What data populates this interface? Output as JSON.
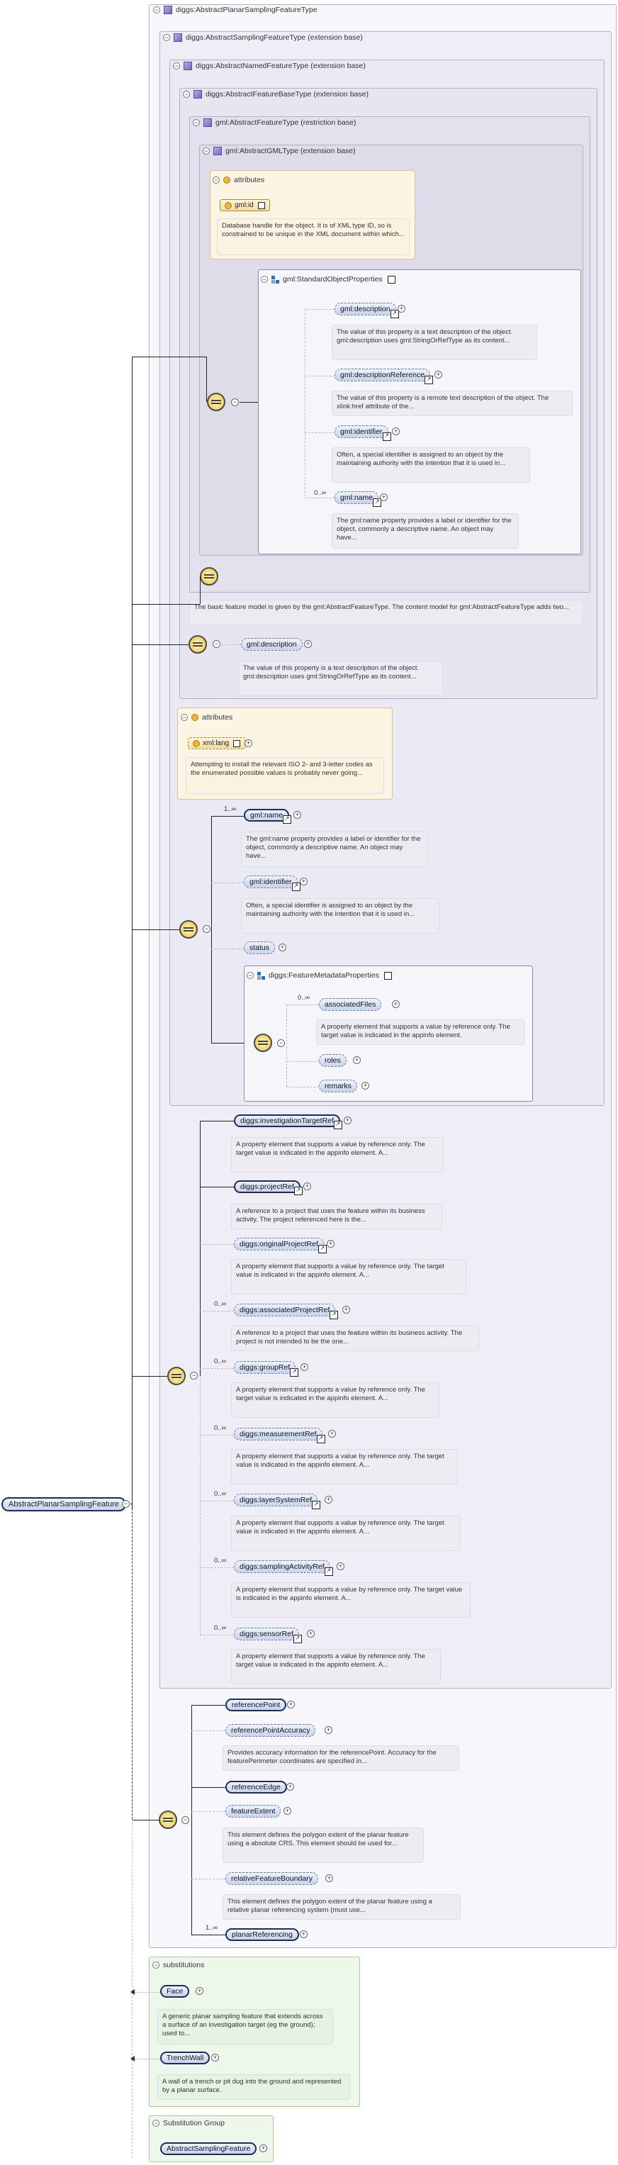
{
  "root_element": "AbstractPlanarSamplingFeature",
  "type_header": "diggs:AbstractPlanarSamplingFeatureType",
  "type_chain": [
    "diggs:AbstractSamplingFeatureType (extension base)",
    "diggs:AbstractNamedFeatureType (extension base)",
    "diggs:AbstractFeatureBaseType (extension base)",
    "gml:AbstractFeatureType (restriction base)",
    "gml:AbstractGMLType (extension base)"
  ],
  "attributes_label": "attributes",
  "gml_attr": {
    "name": "gml:id",
    "doc": "Database handle for the object. It is of XML type ID, so is constrained to be unique in the XML document within which..."
  },
  "standard_props": {
    "name": "gml:StandardObjectProperties",
    "items": [
      {
        "name": "gml:description",
        "doc": "The value of this property is a text description of the object. gml:description uses gml:StringOrRefType as its content..."
      },
      {
        "name": "gml:descriptionReference",
        "doc": "The value of this property is a remote text description of the object. The xlink:href attribute of the..."
      },
      {
        "name": "gml:identifier",
        "doc": "Often, a special identifier is assigned to an object by the maintaining authority with the intention that it is used in..."
      },
      {
        "name": "gml:name",
        "card": "0..∞",
        "doc": "The gml:name property provides a label or identifier for the object, commonly a descriptive name. An object may have..."
      }
    ]
  },
  "feature_base_doc": "The basic feature model is given by the gml:AbstractFeatureType. The content model for gml:AbstractFeatureType adds two...",
  "base_description": {
    "name": "gml:description",
    "doc": "The value of this property is a text description of the object. gml:description uses gml:StringOrRefType as its content..."
  },
  "xml_attr": {
    "name": "xml:lang",
    "doc": "Attempting to install the relevant ISO 2- and 3-letter codes as the enumerated possible values is probably never going..."
  },
  "named_elements": [
    {
      "name": "gml:name",
      "card": "1..∞",
      "doc": "The gml:name property provides a label or identifier for the object, commonly a descriptive name. An object may have..."
    },
    {
      "name": "gml:identifier",
      "doc": "Often, a special identifier is assigned to an object by the maintaining authority with the intention that it is used in..."
    },
    {
      "name": "status",
      "doc": ""
    }
  ],
  "metadata_props": {
    "name": "diggs:FeatureMetadataProperties",
    "items": [
      {
        "name": "associatedFiles",
        "card": "0..∞",
        "doc": "A property element that supports a value by reference only. The target value is indicated in the appinfo element."
      },
      {
        "name": "roles",
        "doc": ""
      },
      {
        "name": "remarks",
        "doc": ""
      }
    ]
  },
  "sampling_elements": [
    {
      "name": "diggs:investigationTargetRef",
      "card": "",
      "doc": "A property element that supports a value by reference only. The target value is indicated in the appinfo element. A..."
    },
    {
      "name": "diggs:projectRef",
      "card": "",
      "doc": "A reference to a project that uses the feature within its business activity. The project referenced here is the..."
    },
    {
      "name": "diggs:originalProjectRef",
      "card": "",
      "doc": "A property element that supports a value by reference only. The target value is indicated in the appinfo element. A..."
    },
    {
      "name": "diggs:associatedProjectRef",
      "card": "0..∞",
      "doc": "A reference to a project that uses the feature within its business activity. The project is not intended to be the one..."
    },
    {
      "name": "diggs:groupRef",
      "card": "0..∞",
      "doc": "A property element that supports a value by reference only. The target value is indicated in the appinfo element. A..."
    },
    {
      "name": "diggs:measurementRef",
      "card": "0..∞",
      "doc": "A property element that supports a value by reference only. The target value is indicated in the appinfo element. A..."
    },
    {
      "name": "diggs:layerSystemRef",
      "card": "0..∞",
      "doc": "A property element that supports a value by reference only. The target value is indicated in the appinfo element. A..."
    },
    {
      "name": "diggs:samplingActivityRef",
      "card": "0..∞",
      "doc": "A property element that supports a value by reference only. The target value is indicated in the appinfo element. A..."
    },
    {
      "name": "diggs:sensorRef",
      "card": "0..∞",
      "doc": "A property element that supports a value by reference only. The target value is indicated in the appinfo element. A..."
    }
  ],
  "planar_elements": [
    {
      "name": "referencePoint",
      "card": "",
      "doc": ""
    },
    {
      "name": "referencePointAccuracy",
      "card": "",
      "doc": "Provides accuracy information for the referencePoint. Accuracy for the featurePerimeter coordinates are specified in..."
    },
    {
      "name": "referenceEdge",
      "card": "",
      "doc": ""
    },
    {
      "name": "featureExtent",
      "card": "",
      "doc": "This element defines the polygon extent of the planar feature using a absolute CRS. This element should be used for..."
    },
    {
      "name": "relativeFeatureBoundary",
      "card": "",
      "doc": "This element defines the polygon extent of the planar feature using a relative planar referencing system (must use..."
    },
    {
      "name": "planarReferencing",
      "card": "1..∞",
      "doc": ""
    }
  ],
  "substitutions": {
    "label": "substitutions",
    "items": [
      {
        "name": "Face",
        "doc": "A generic planar sampling feature that extends across a surface of an investigation target (eg the ground); used to..."
      },
      {
        "name": "TrenchWall",
        "doc": "A wall of a trench or pit dug into the ground and represented by a planar surface."
      }
    ]
  },
  "substitution_group": {
    "label": "Substitution Group",
    "name": "AbstractSamplingFeature"
  },
  "colors": {
    "frame_bg": "#f1eff8",
    "attr_bg": "#fdf5e4",
    "subst_bg": "#eef8ea",
    "element_fill": "#c7d3ea"
  }
}
